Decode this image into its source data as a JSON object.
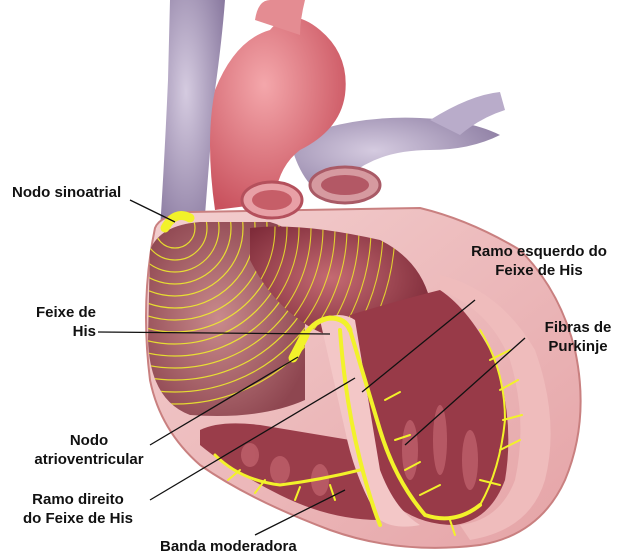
{
  "labels": {
    "sinoatrial": {
      "line1": "Nodo sinoatrial"
    },
    "his_bundle": {
      "line1": "Feixe de",
      "line2": "His"
    },
    "av_node": {
      "line1": "Nodo",
      "line2": "atrioventricular"
    },
    "right_branch": {
      "line1": "Ramo direito",
      "line2": "do Feixe de His"
    },
    "moderator_band": {
      "line1": "Banda moderadora"
    },
    "left_branch": {
      "line1": "Ramo esquerdo do",
      "line2": "Feixe de His"
    },
    "purkinje": {
      "line1": "Fibras de",
      "line2": "Purkinje"
    }
  },
  "colors": {
    "conduction": "#f2f22a",
    "myocardium_outer": "#d98a8a",
    "myocardium_inner": "#b84b57",
    "aorta": "#e07a80",
    "vena_cava": "#a99ab8",
    "chamber": "#9c4050",
    "cut_surface": "#f1c3c3"
  }
}
